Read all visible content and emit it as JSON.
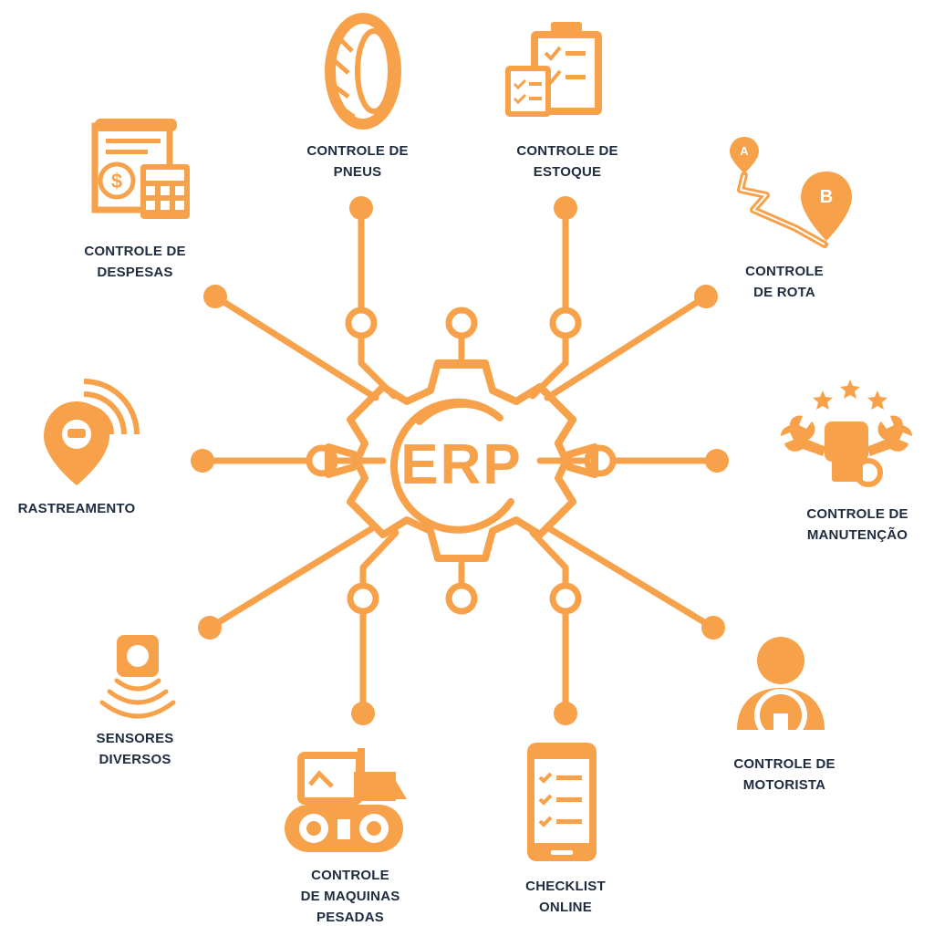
{
  "colors": {
    "accent": "#f7a24b",
    "text": "#1f2b3e",
    "background": "#ffffff"
  },
  "center": {
    "label": "ERP",
    "icon": "gear-icon"
  },
  "nodes": [
    {
      "id": "pneus",
      "icon": "tire-icon",
      "lines": [
        "CONTROLE DE",
        "PNEUS"
      ]
    },
    {
      "id": "estoque",
      "icon": "clipboard-checklist-icon",
      "lines": [
        "CONTROLE DE",
        "ESTOQUE"
      ]
    },
    {
      "id": "rota",
      "icon": "route-pin-icon",
      "lines": [
        "CONTROLE",
        "DE ROTA"
      ]
    },
    {
      "id": "manutencao",
      "icon": "wrench-fist-icon",
      "lines": [
        "CONTROLE DE",
        "MANUTENÇÃO"
      ]
    },
    {
      "id": "motorista",
      "icon": "driver-icon",
      "lines": [
        "CONTROLE DE",
        "MOTORISTA"
      ]
    },
    {
      "id": "checklist",
      "icon": "smartphone-checklist-icon",
      "lines": [
        "CHECKLIST",
        "ONLINE"
      ]
    },
    {
      "id": "maquinas",
      "icon": "tracked-tractor-icon",
      "lines": [
        "CONTROLE",
        "DE MAQUINAS",
        "PESADAS"
      ]
    },
    {
      "id": "sensores",
      "icon": "sensor-icon",
      "lines": [
        "SENSORES",
        "DIVERSOS"
      ]
    },
    {
      "id": "rastreamento",
      "icon": "gps-tracking-icon",
      "lines": [
        "RASTREAMENTO"
      ]
    },
    {
      "id": "despesas",
      "icon": "expenses-calculator-icon",
      "lines": [
        "CONTROLE DE",
        "DESPESAS"
      ]
    }
  ]
}
